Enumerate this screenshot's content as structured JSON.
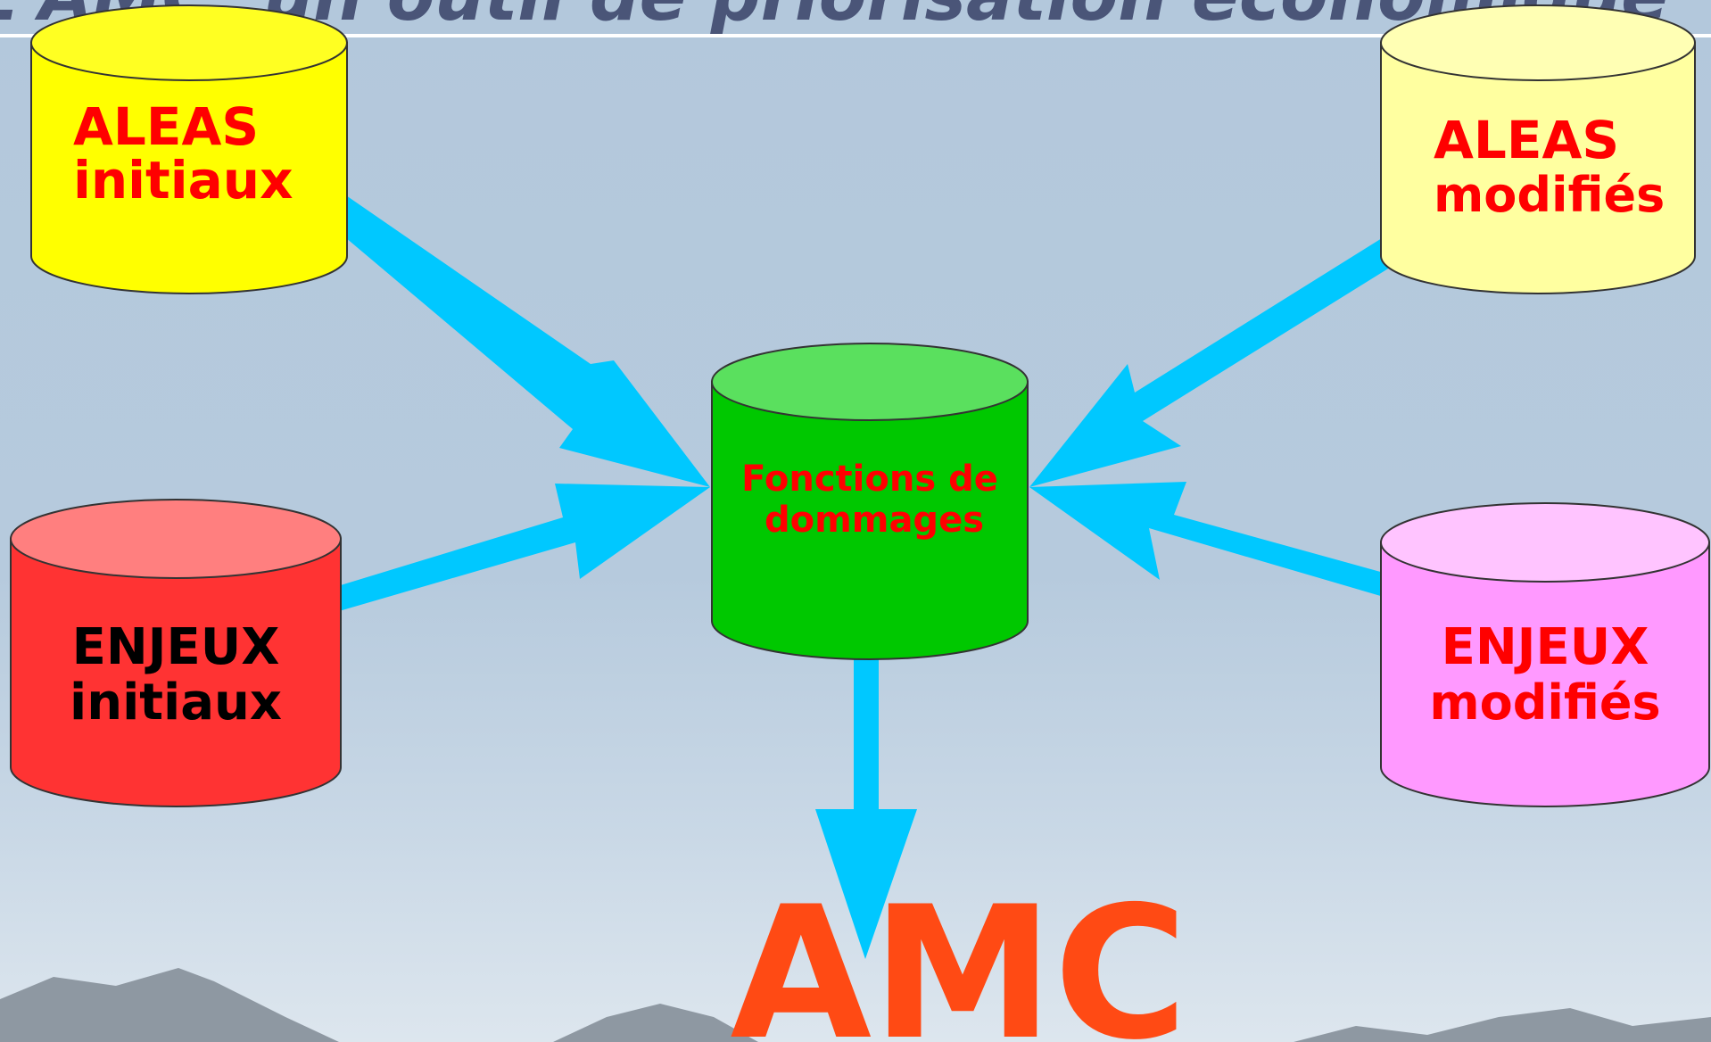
{
  "slide": {
    "title": "L'AMC, un outil de priorisation économique",
    "result_label": "AMC"
  },
  "nodes": {
    "aleas_initiaux": {
      "line1": "ALEAS",
      "line2": "initiaux"
    },
    "aleas_modifies": {
      "line1": "ALEAS",
      "line2": "modifiés"
    },
    "enjeux_initiaux": {
      "line1": "ENJEUX",
      "line2": "initiaux"
    },
    "enjeux_modifies": {
      "line1": "ENJEUX",
      "line2": "modifiés"
    },
    "fonctions_dommages": {
      "line1": "Fonctions de",
      "line2": "dommages"
    }
  },
  "colors": {
    "arrow": "#00c8ff",
    "label_red": "#ff0000",
    "amc": "#ff4a14",
    "title": "#4a5578"
  }
}
